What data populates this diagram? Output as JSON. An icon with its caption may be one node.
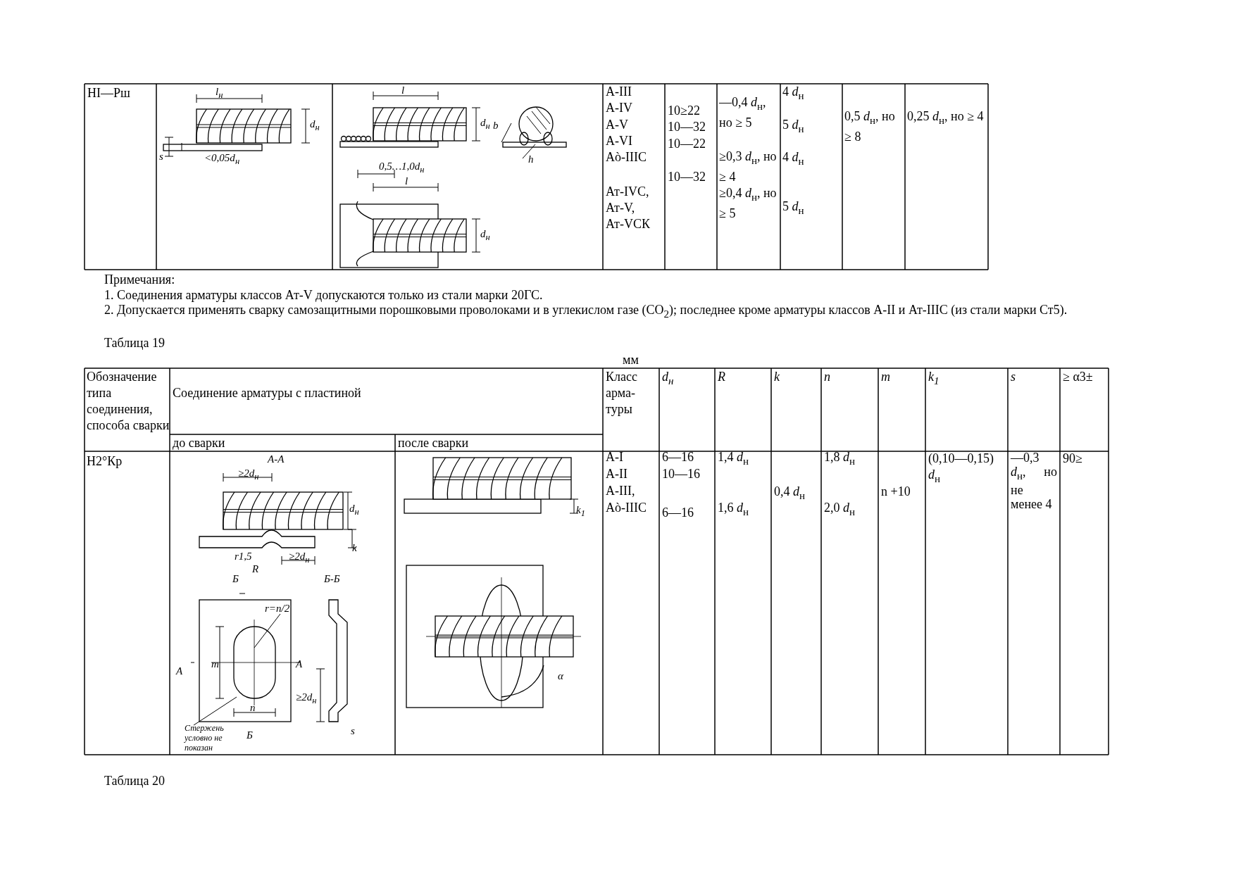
{
  "diagram": {
    "labels": [
      "НI—Рш",
      "l$_{н}$",
      "<0,05d$_{н}$",
      "s",
      "d$_{н}$",
      "l",
      "d$_{н}$",
      "b",
      "h",
      "0,5…1,0d$_{н}$",
      "l",
      "d$_{н}$",
      "А-III",
      "А-IV",
      "А-V",
      "А-VI",
      "Аò-IIIС",
      "Ат-IVС,",
      "Ат-V,",
      "Ат-VСК",
      "10≥22",
      "10—32",
      "10—22",
      "10—32",
      "—0,4 *d*$_{н}$, но ≥ 5",
      "≥0,3 *d*$_{н}$, но ≥ 4",
      "≥0,4 *d*$_{н}$, но ≥ 5",
      "4 *d*$_{н}$",
      "5 *d*$_{н}$",
      "4 *d*$_{н}$",
      "5 *d*$_{н}$",
      "0,5 *d*$_{н}$, но ≥ 8",
      "0,25 *d*$_{н}$, но ≥ 4",
      "Примечания:",
      "1. Соединения арматуры классов Ат-V допускаются только из стали марки 20ГС.",
      "2. Допускается применять сварку самозащитными порошковыми проволоками и в углекислом газе (СО$_{2}$); последнее кроме арматуры классов А-II и Ат-IIIС (из стали марки Ст5).",
      "Таблица 19",
      "мм",
      "Обозначение типа соединения, способа сварки",
      "Соединение арматуры с пластиной",
      "Класс арма-туры",
      "d$_{н}$",
      "R",
      "k",
      "n",
      "m",
      "k$_{1}$",
      "s",
      "≥ α3±",
      "до сварки",
      "после сварки",
      "Н2°Кр",
      "А-А",
      "≥2d$_{н}$",
      "d$_{н}$",
      "k",
      "r1,5",
      "R",
      "≥2d$_{н}$",
      "Б",
      "Б-Б",
      "r=n/2",
      "А",
      "m",
      "А",
      "n",
      "≥2d$_{н}$",
      "s",
      "Стержень условно не показан",
      "Б",
      "k$_{1}$",
      "α",
      "А-I",
      "А-II",
      "А-III,",
      "Аò-IIIС",
      "6—16",
      "10—16",
      "6—16",
      "1,4 *d*$_{н}$",
      "1,6 *d*$_{н}$",
      "0,4 *d*$_{н}$",
      "1,8 *d*$_{н}$",
      "2,0 *d*$_{н}$",
      "n +10",
      "(0,10—0,15) *d*$_{н}$",
      "—0,3 *d*$_{н}$, но не менее 4",
      "90≥",
      "Таблица 20"
    ]
  }
}
